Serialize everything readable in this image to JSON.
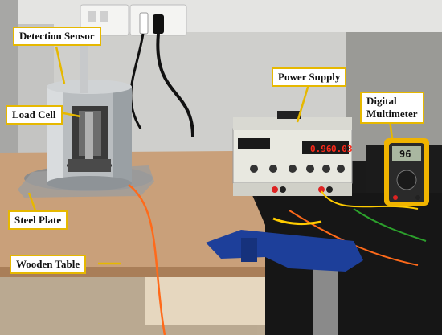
{
  "labels": {
    "detection_sensor": "Detection Sensor",
    "power_supply": "Power Supply",
    "load_cell": "Load Cell",
    "digital_multimeter_line1": "Digital",
    "digital_multimeter_line2": "Multimeter",
    "steel_plate": "Steel Plate",
    "wooden_table": "Wooden Table"
  },
  "displays": {
    "psu_left": "0.96",
    "psu_right": "0.03",
    "multimeter": "96"
  },
  "colors": {
    "callout_border": "#e6b800",
    "callout_fill": "#ffffff",
    "table_top": "#c9a07a",
    "psu_body": "#e8e8e0",
    "led": "#ff2a1a",
    "multimeter_body": "#f0b400",
    "clamp": "#1d3f9a",
    "wire": "#ff6a1a"
  }
}
